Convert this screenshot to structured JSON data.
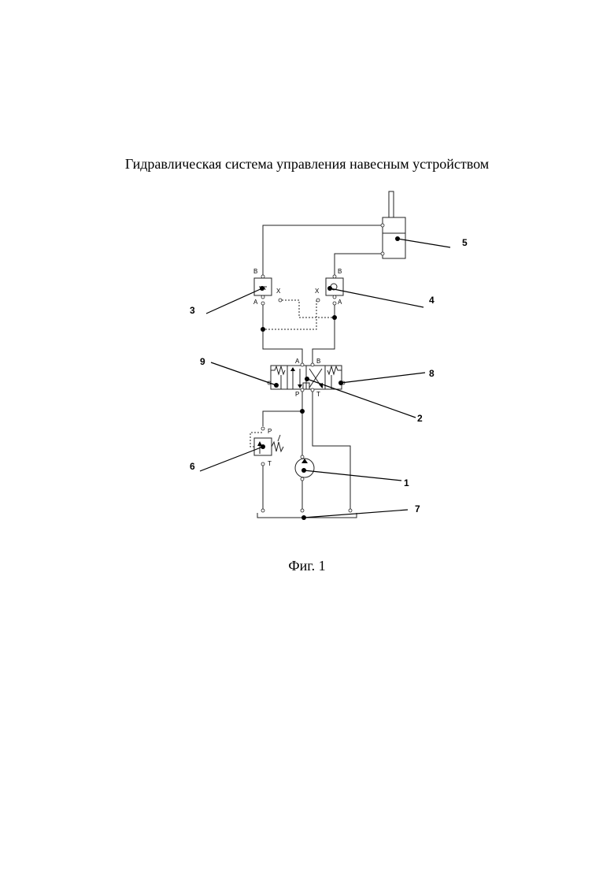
{
  "title": "Гидравлическая система управления навесным устройством",
  "caption": "Фиг. 1",
  "callouts": {
    "c1": "1",
    "c2": "2",
    "c3": "3",
    "c4": "4",
    "c5": "5",
    "c6": "6",
    "c7": "7",
    "c8": "8",
    "c9": "9"
  },
  "ports": {
    "v3_b": "B",
    "v3_a": "A",
    "v3_x": "X",
    "v4_b": "B",
    "v4_a": "A",
    "v4_x": "X",
    "d2_a": "A",
    "d2_b": "B",
    "d2_p": "P",
    "d2_t": "T",
    "r6_p": "P",
    "r6_t": "T"
  }
}
